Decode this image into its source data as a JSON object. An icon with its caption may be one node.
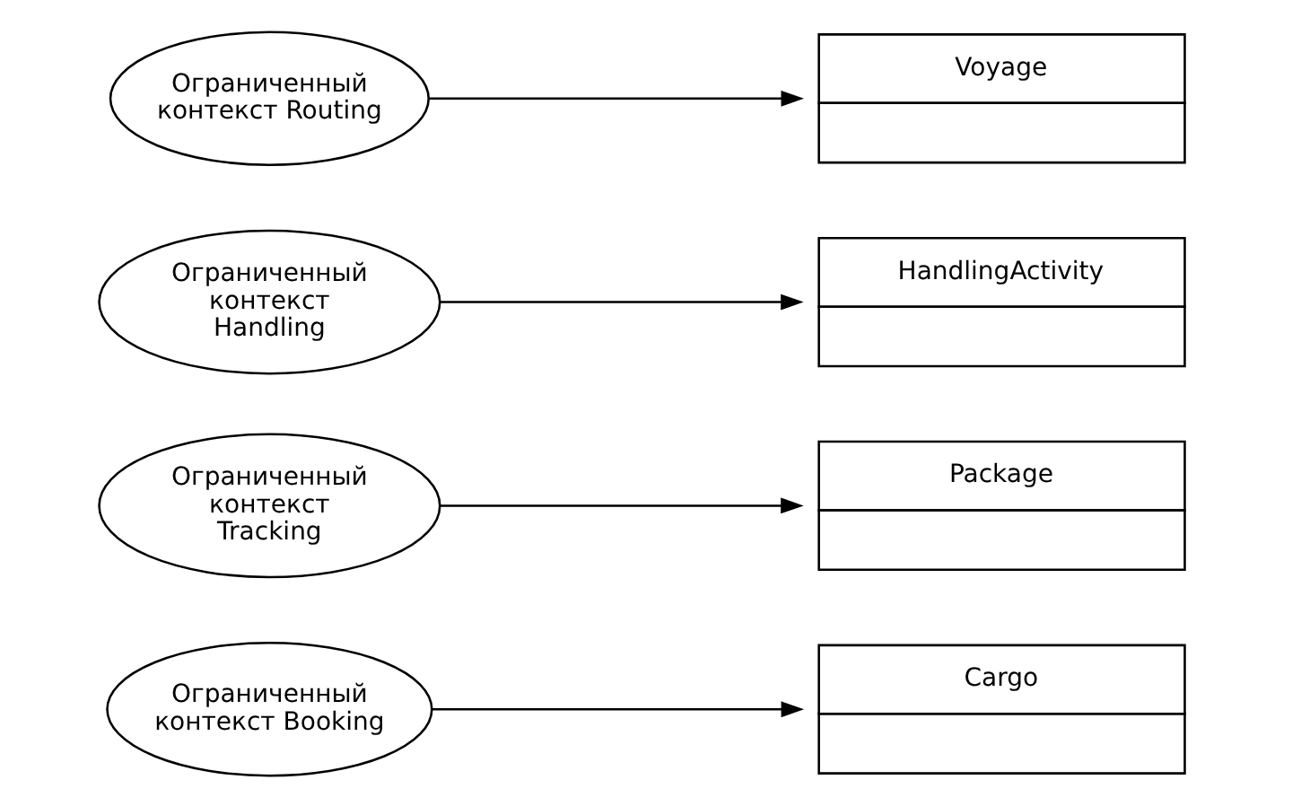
{
  "diagram": {
    "nodes": [
      {
        "text": [
          "Ограниченный контекст Booking"
        ]
      },
      {
        "text": [
          "Cargo"
        ]
      },
      {
        "text": [
          "Ограниченный контекст Tracking"
        ]
      },
      {
        "text": [
          "Package"
        ]
      },
      {
        "text": [
          "Ограниченный контекст Handling"
        ]
      },
      {
        "text": [
          "HandlingActivity"
        ]
      },
      {
        "text": [
          "Ограниченный контекст Routing"
        ]
      },
      {
        "text": [
          "Voyage"
        ]
      }
    ],
    "edges": [
      {
        "from": 0,
        "to": 1,
        "arrow": "to"
      },
      {
        "from": 2,
        "to": 3,
        "arrow": "to"
      },
      {
        "from": 4,
        "to": 5,
        "arrow": "to"
      },
      {
        "from": 6,
        "to": 7,
        "arrow": "to"
      }
    ]
  }
}
